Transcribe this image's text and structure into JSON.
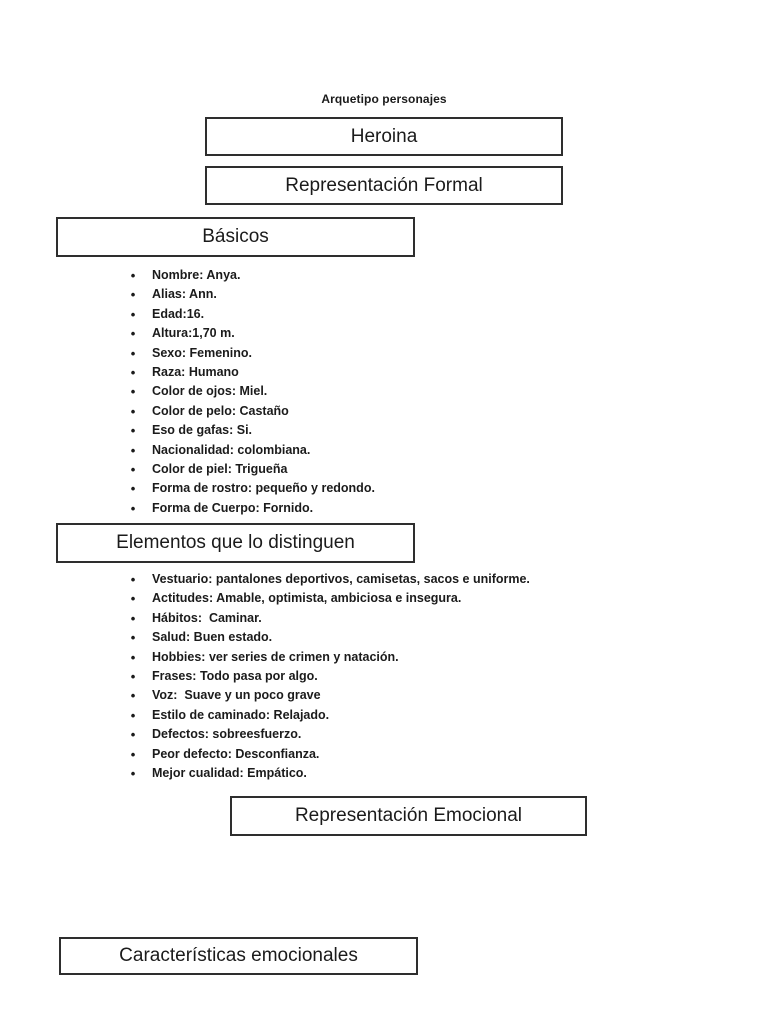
{
  "page": {
    "title": "Arquetipo personajes"
  },
  "boxes": {
    "heroina": "Heroina",
    "representacion_formal": "Representación Formal",
    "basicos": "Básicos",
    "elementos": "Elementos que lo distinguen",
    "representacion_emocional": "Representación Emocional",
    "caracteristicas_emocionales": "Características emocionales"
  },
  "basicos_list": [
    "Nombre: Anya.",
    "Alias: Ann.",
    "Edad:16.",
    "Altura:1,70 m.",
    "Sexo: Femenino.",
    "Raza: Humano",
    "Color de ojos: Miel.",
    "Color de pelo: Castaño",
    "Eso de gafas: Si.",
    "Nacionalidad: colombiana.",
    "Color de piel: Trigueña",
    "Forma de rostro: pequeño y redondo.",
    "Forma de Cuerpo: Fornido."
  ],
  "elementos_list": [
    "Vestuario: pantalones deportivos, camisetas, sacos e uniforme.",
    "Actitudes: Amable, optimista, ambiciosa e insegura.",
    "Hábitos:  Caminar.",
    "Salud: Buen estado.",
    "Hobbies: ver series de crimen y natación.",
    "Frases: Todo pasa por algo.",
    "Voz:  Suave y un poco grave",
    "Estilo de caminado: Relajado.",
    "Defectos: sobreesfuerzo.",
    "Peor defecto: Desconfianza.",
    "Mejor cualidad: Empático."
  ]
}
